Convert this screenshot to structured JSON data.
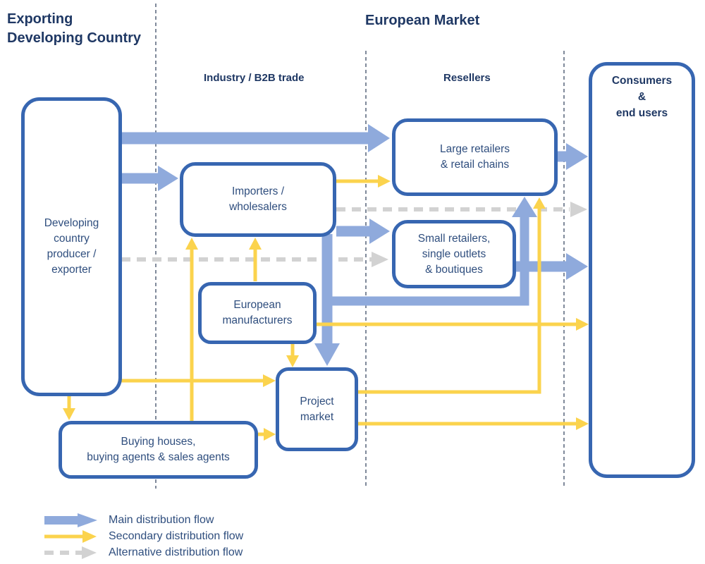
{
  "titles": {
    "exporting_country": "Exporting\nDeveloping Country",
    "european_market": "European Market"
  },
  "column_headers": {
    "industry": "Industry / B2B trade",
    "resellers": "Resellers"
  },
  "boxes": {
    "producer": {
      "label": "Developing\ncountry\nproducer /\nexporter"
    },
    "importers": {
      "label": "Importers /\nwholesalers"
    },
    "european_manufacturers": {
      "label": "European\nmanufacturers"
    },
    "buying_houses": {
      "label": "Buying houses,\nbuying agents & sales agents"
    },
    "project_market": {
      "label": "Project\nmarket"
    },
    "large_retailers": {
      "label": "Large retailers\n& retail chains"
    },
    "small_retailers": {
      "label": "Small retailers,\nsingle outlets\n& boutiques"
    },
    "consumers": {
      "label": "Consumers\n&\nend users"
    }
  },
  "legend": {
    "items": [
      {
        "type": "main",
        "label": "Main distribution flow"
      },
      {
        "type": "secondary",
        "label": "Secondary distribution flow"
      },
      {
        "type": "alternative",
        "label": "Alternative distribution flow"
      }
    ]
  },
  "flows": [
    {
      "type": "main",
      "from": "producer",
      "to": "large_retailers"
    },
    {
      "type": "main",
      "from": "producer",
      "to": "importers"
    },
    {
      "type": "main",
      "from": "importers",
      "to": "small_retailers"
    },
    {
      "type": "main",
      "from": "importers",
      "to": "project_market"
    },
    {
      "type": "main",
      "from": "importers",
      "to": "large_retailers"
    },
    {
      "type": "main",
      "from": "large_retailers",
      "to": "consumers"
    },
    {
      "type": "main",
      "from": "small_retailers",
      "to": "consumers"
    },
    {
      "type": "secondary",
      "from": "importers",
      "to": "large_retailers"
    },
    {
      "type": "secondary",
      "from": "producer",
      "to": "project_market"
    },
    {
      "type": "secondary",
      "from": "producer",
      "to": "buying_houses"
    },
    {
      "type": "secondary",
      "from": "buying_houses",
      "to": "project_market"
    },
    {
      "type": "secondary",
      "from": "buying_houses",
      "to": "importers"
    },
    {
      "type": "secondary",
      "from": "european_manufacturers",
      "to": "importers"
    },
    {
      "type": "secondary",
      "from": "european_manufacturers",
      "to": "project_market"
    },
    {
      "type": "secondary",
      "from": "european_manufacturers",
      "to": "consumers"
    },
    {
      "type": "secondary",
      "from": "project_market",
      "to": "large_retailers"
    },
    {
      "type": "secondary",
      "from": "project_market",
      "to": "consumers"
    },
    {
      "type": "alternative",
      "from": "importers",
      "to": "consumers"
    },
    {
      "type": "alternative",
      "from": "producer",
      "to": "small_retailers"
    }
  ],
  "colors": {
    "main_flow": "#8faadc",
    "secondary_flow": "#fbd34d",
    "alternative_flow": "#d2d2d2",
    "box_border": "#3766b1",
    "title_text": "#1f3864",
    "body_text": "#2f4e7e",
    "separator": "#3b4a63"
  }
}
